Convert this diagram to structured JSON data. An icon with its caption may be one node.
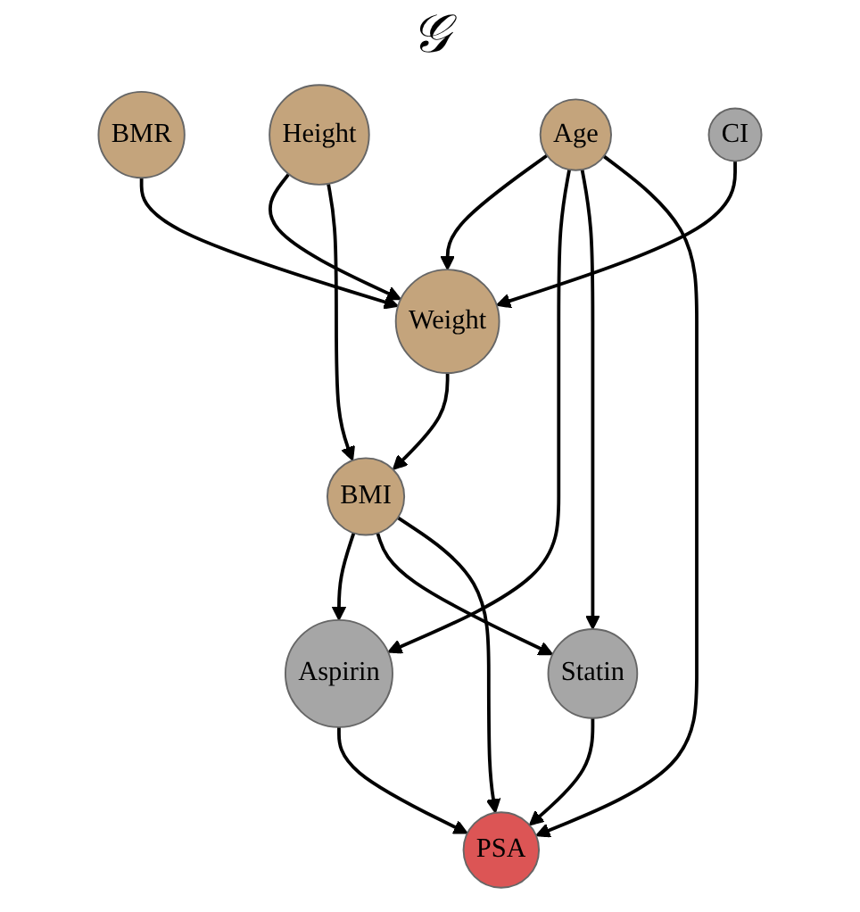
{
  "diagram": {
    "title": "𝒢",
    "nodes": [
      {
        "text": [
          "BMR"
        ]
      },
      {
        "text": [
          "CI"
        ]
      },
      {
        "text": [
          "Height"
        ]
      },
      {
        "text": [
          "Weight"
        ]
      },
      {
        "text": [
          "BMI"
        ]
      },
      {
        "text": [
          "Age"
        ]
      },
      {
        "text": [
          "Aspirin"
        ]
      },
      {
        "text": [
          "Statin"
        ]
      },
      {
        "text": [
          "PSA"
        ]
      }
    ],
    "edges": [
      {
        "from": 0,
        "to": 3,
        "arrow": "to"
      },
      {
        "from": 1,
        "to": 3,
        "arrow": "to"
      },
      {
        "from": 2,
        "to": 3,
        "arrow": "to"
      },
      {
        "from": 2,
        "to": 4,
        "arrow": "to"
      },
      {
        "from": 3,
        "to": 4,
        "arrow": "to"
      },
      {
        "from": 5,
        "to": 3,
        "arrow": "to"
      },
      {
        "from": 5,
        "to": 6,
        "arrow": "to"
      },
      {
        "from": 5,
        "to": 7,
        "arrow": "to"
      },
      {
        "from": 5,
        "to": 8,
        "arrow": "to"
      },
      {
        "from": 4,
        "to": 6,
        "arrow": "to"
      },
      {
        "from": 4,
        "to": 7,
        "arrow": "to"
      },
      {
        "from": 4,
        "to": 8,
        "arrow": "to"
      },
      {
        "from": 6,
        "to": 8,
        "arrow": "to"
      },
      {
        "from": 7,
        "to": 8,
        "arrow": "to"
      }
    ]
  }
}
